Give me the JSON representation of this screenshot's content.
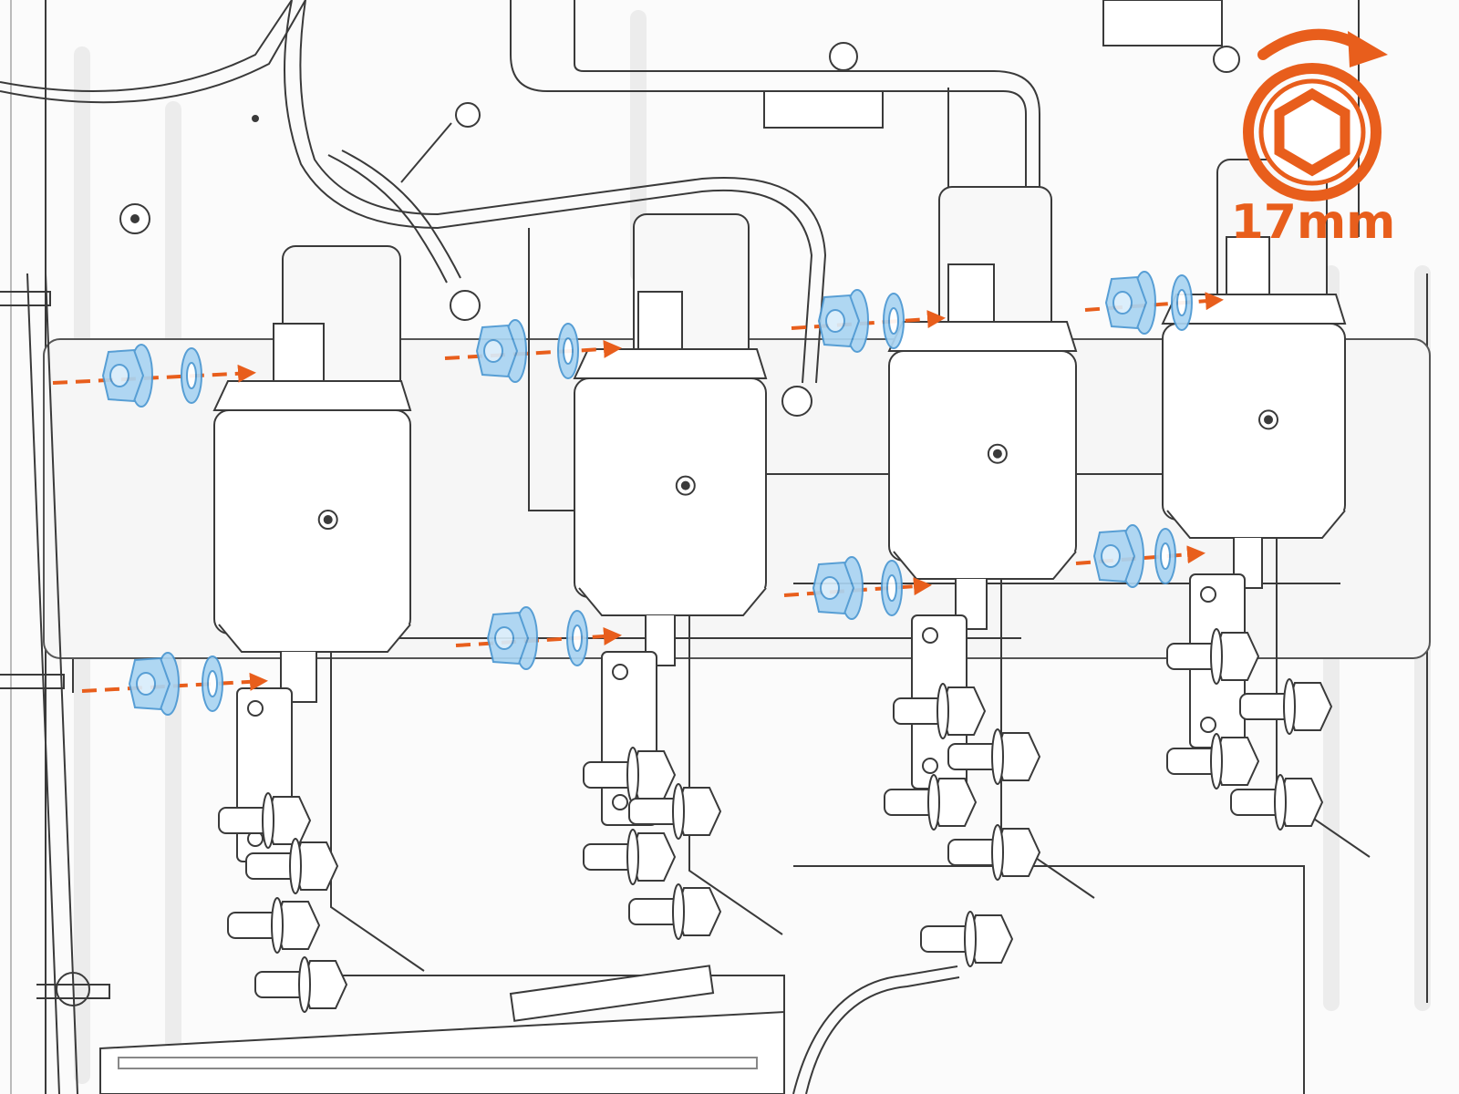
{
  "callout": {
    "tool_size": "17mm",
    "tool_icon": "hex-socket-icon",
    "rotation_icon": "clockwise-arrow-icon"
  },
  "colors": {
    "accent": "#e85e1c",
    "hardware_fill": "#a9d4f2",
    "hardware_stroke": "#4a97d2",
    "line": "#3a3a3a",
    "ghost": "#e2e2e2"
  },
  "fuses": [
    {
      "name": "fuse-1"
    },
    {
      "name": "fuse-2"
    },
    {
      "name": "fuse-3"
    },
    {
      "name": "fuse-4"
    }
  ],
  "fastener_sets": [
    {
      "name": "fuse-1-top",
      "nut": "flange-nut",
      "washer": "washer"
    },
    {
      "name": "fuse-1-bottom",
      "nut": "flange-nut",
      "washer": "washer"
    },
    {
      "name": "fuse-2-top",
      "nut": "flange-nut",
      "washer": "washer"
    },
    {
      "name": "fuse-2-bottom",
      "nut": "flange-nut",
      "washer": "washer"
    },
    {
      "name": "fuse-3-top",
      "nut": "flange-nut",
      "washer": "washer"
    },
    {
      "name": "fuse-3-bottom",
      "nut": "flange-nut",
      "washer": "washer"
    },
    {
      "name": "fuse-4-top",
      "nut": "flange-nut",
      "washer": "washer"
    },
    {
      "name": "fuse-4-bottom",
      "nut": "flange-nut",
      "washer": "washer"
    }
  ]
}
